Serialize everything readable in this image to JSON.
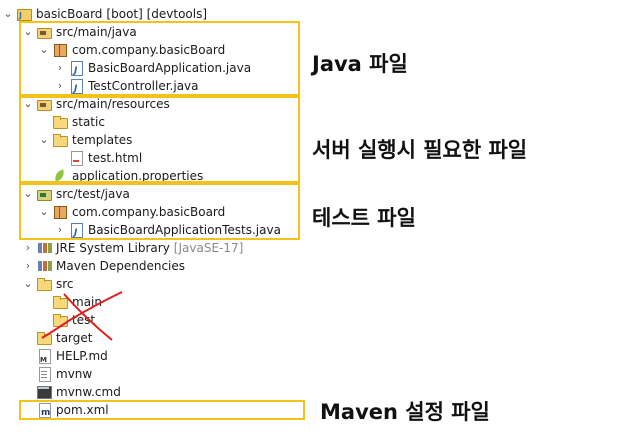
{
  "tree": [
    {
      "id": "project",
      "label": "basicBoard",
      "decor": "[boot] [devtools]",
      "icon": "project-icon",
      "chev": "⌄"
    },
    {
      "id": "src-main-java",
      "label": "src/main/java",
      "icon": "source-folder-icon",
      "chev": "⌄"
    },
    {
      "id": "pkg-main",
      "label": "com.company.basicBoard",
      "icon": "package-icon",
      "chev": "⌄"
    },
    {
      "id": "basicboardapplication-java",
      "label": "BasicBoardApplication.java",
      "icon": "java-file-icon",
      "chev": "›"
    },
    {
      "id": "testcontroller-java",
      "label": "TestController.java",
      "icon": "java-file-icon",
      "chev": "›"
    },
    {
      "id": "src-main-resources",
      "label": "src/main/resources",
      "icon": "source-folder-icon",
      "chev": "⌄"
    },
    {
      "id": "static",
      "label": "static",
      "icon": "folder-icon",
      "chev": ""
    },
    {
      "id": "templates",
      "label": "templates",
      "icon": "folder-icon",
      "chev": "⌄"
    },
    {
      "id": "test-html",
      "label": "test.html",
      "icon": "html-file-icon",
      "chev": ""
    },
    {
      "id": "application-properties",
      "label": "application.properties",
      "icon": "properties-file-icon",
      "chev": ""
    },
    {
      "id": "src-test-java",
      "label": "src/test/java",
      "icon": "test-source-folder-icon",
      "chev": "⌄"
    },
    {
      "id": "pkg-test",
      "label": "com.company.basicBoard",
      "icon": "package-icon",
      "chev": "⌄"
    },
    {
      "id": "basicboardapplicationtests-java",
      "label": "BasicBoardApplicationTests.java",
      "icon": "java-file-icon",
      "chev": "›"
    },
    {
      "id": "jre-system-library",
      "label": "JRE System Library",
      "decor": "[JavaSE-17]",
      "icon": "library-icon",
      "chev": "›"
    },
    {
      "id": "maven-dependencies",
      "label": "Maven Dependencies",
      "icon": "library-icon",
      "chev": "›"
    },
    {
      "id": "src",
      "label": "src",
      "icon": "folder-icon",
      "chev": "⌄"
    },
    {
      "id": "main",
      "label": "main",
      "icon": "folder-icon",
      "chev": ""
    },
    {
      "id": "test",
      "label": "test",
      "icon": "folder-icon",
      "chev": ""
    },
    {
      "id": "target",
      "label": "target",
      "icon": "folder-icon",
      "chev": ""
    },
    {
      "id": "help-md",
      "label": "HELP.md",
      "icon": "markdown-file-icon",
      "chev": ""
    },
    {
      "id": "mvnw",
      "label": "mvnw",
      "icon": "text-file-icon",
      "chev": ""
    },
    {
      "id": "mvnw-cmd",
      "label": "mvnw.cmd",
      "icon": "cmd-file-icon",
      "chev": ""
    },
    {
      "id": "pom-xml",
      "label": "pom.xml",
      "icon": "pom-file-icon",
      "chev": ""
    }
  ],
  "annotations": {
    "java_files": "Java 파일",
    "server_files": "서버 실행시 필요한 파일",
    "test_files": "테스트 파일",
    "maven_files": "Maven 설정 파일"
  },
  "colors": {
    "highlight": "#f5c21a",
    "strike": "#e02020"
  }
}
